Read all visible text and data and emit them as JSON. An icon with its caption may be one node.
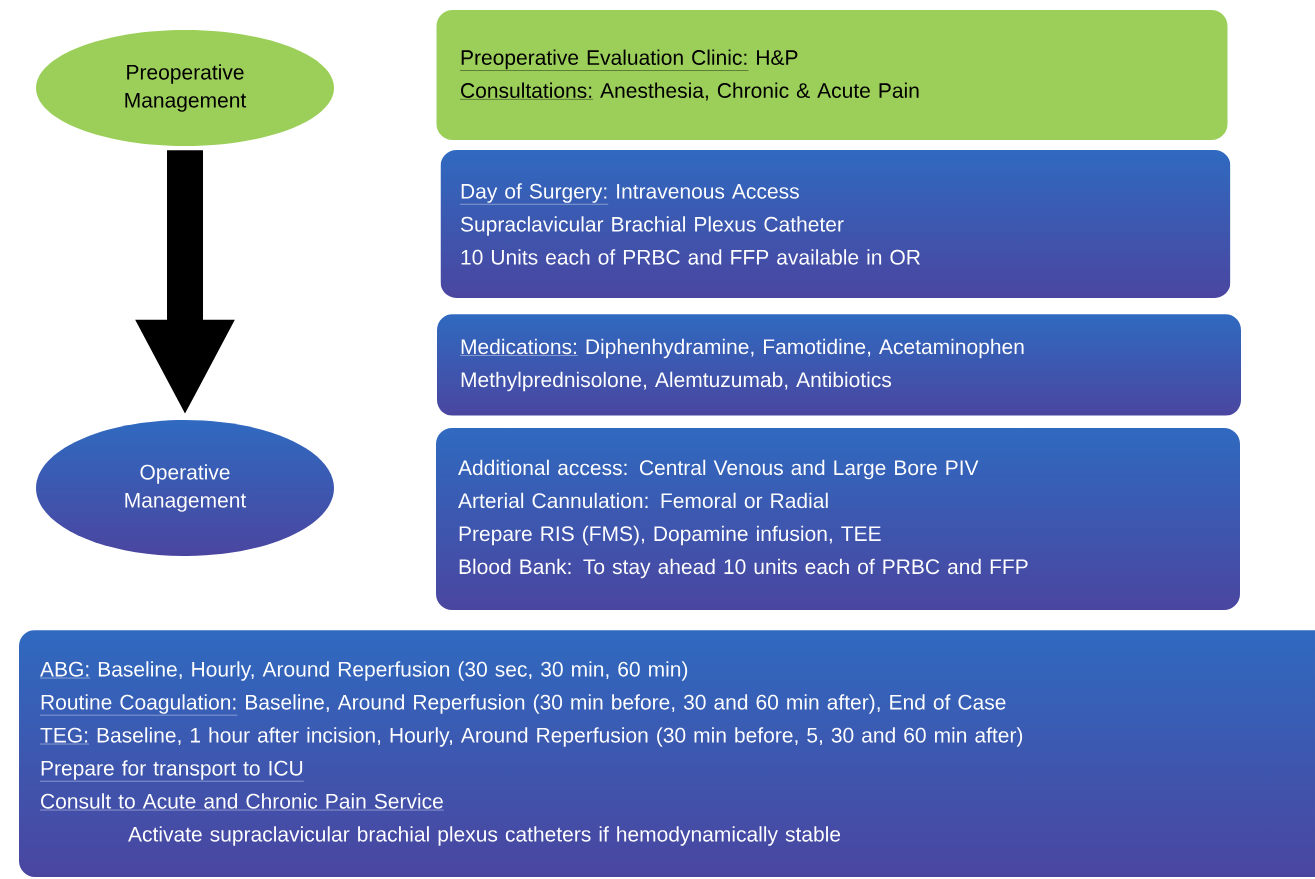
{
  "diagram": {
    "nodes": [
      {
        "text": [
          "Preoperative Management"
        ]
      },
      {
        "text": [
          "Operative Management"
        ]
      },
      {
        "text": [
          "Preoperative Evaluation Clinic:",
          "H&P",
          "Consultations:",
          "Anesthesia, Chronic & Acute Pain"
        ]
      },
      {
        "text": [
          "Day of Surgery:",
          "Intravenous Access",
          "Supraclavicular Brachial Plexus Catheter",
          "10 Units each of PRBC and FFP available in OR"
        ]
      },
      {
        "text": [
          "Medications:",
          "Diphenhydramine, Famotidine, Acetaminophen",
          "Methylprednisolone, Alemtuzumab, Antibiotics"
        ]
      },
      {
        "text": [
          "Additional access: Central Venous and Large Bore PIV",
          "Arterial Cannulation: Femoral or Radial",
          "Prepare RIS (FMS), Dopamine infusion, TEE",
          "Blood Bank: To stay ahead 10 units each of PRBC and FFP"
        ]
      },
      {
        "text": [
          "ABG:",
          "Baseline, Hourly, Around Reperfusion (30 sec, 30 min, 60 min)",
          "Routine Coagulation:",
          "Baseline, Around Reperfusion (30 min before, 30 and 60 min after), End of Case",
          "TEG:",
          "Baseline, 1 hour after incision, Hourly, Around Reperfusion (30 min before, 5, 30 and 60 min after)",
          "Prepare for transport to ICU",
          "Consult to Acute and Chronic Pain Service",
          "Activate supraclavicular brachial plexus catheters if hemodynamically stable"
        ]
      }
    ],
    "edges": [
      {
        "from": 0,
        "to": 1,
        "arrow": "to"
      }
    ]
  }
}
